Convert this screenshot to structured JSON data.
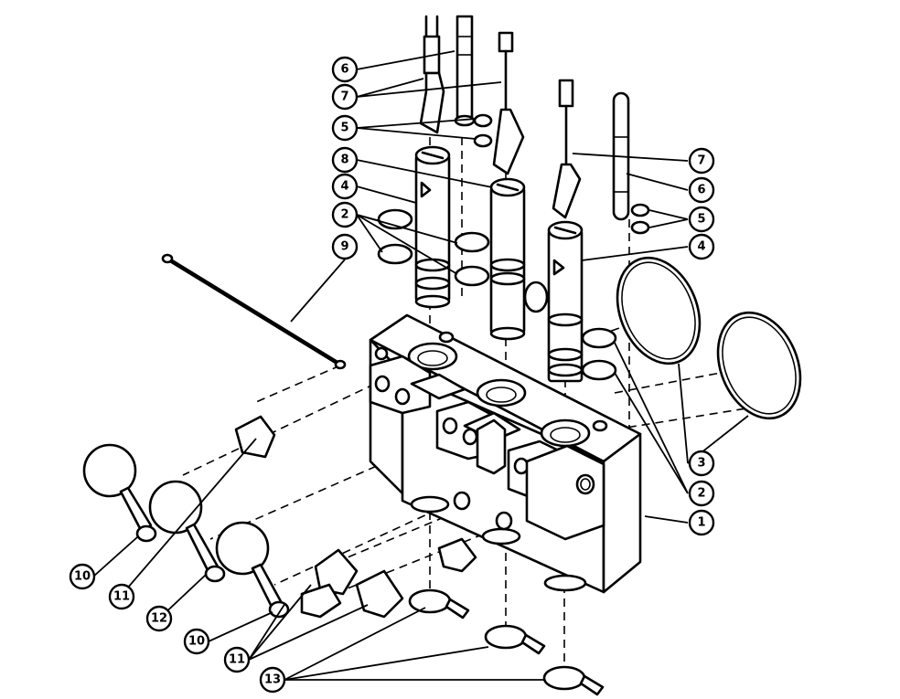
{
  "diagram": {
    "callouts": {
      "c1": "1",
      "c2a": "2",
      "c2b": "2",
      "c3": "3",
      "c4a": "4",
      "c4b": "4",
      "c5a": "5",
      "c5b": "5",
      "c6a": "6",
      "c6b": "6",
      "c7a": "7",
      "c7b": "7",
      "c8": "8",
      "c9": "9",
      "c10a": "10",
      "c10b": "10",
      "c11a": "11",
      "c11b": "11",
      "c12": "12",
      "c13": "13"
    }
  }
}
